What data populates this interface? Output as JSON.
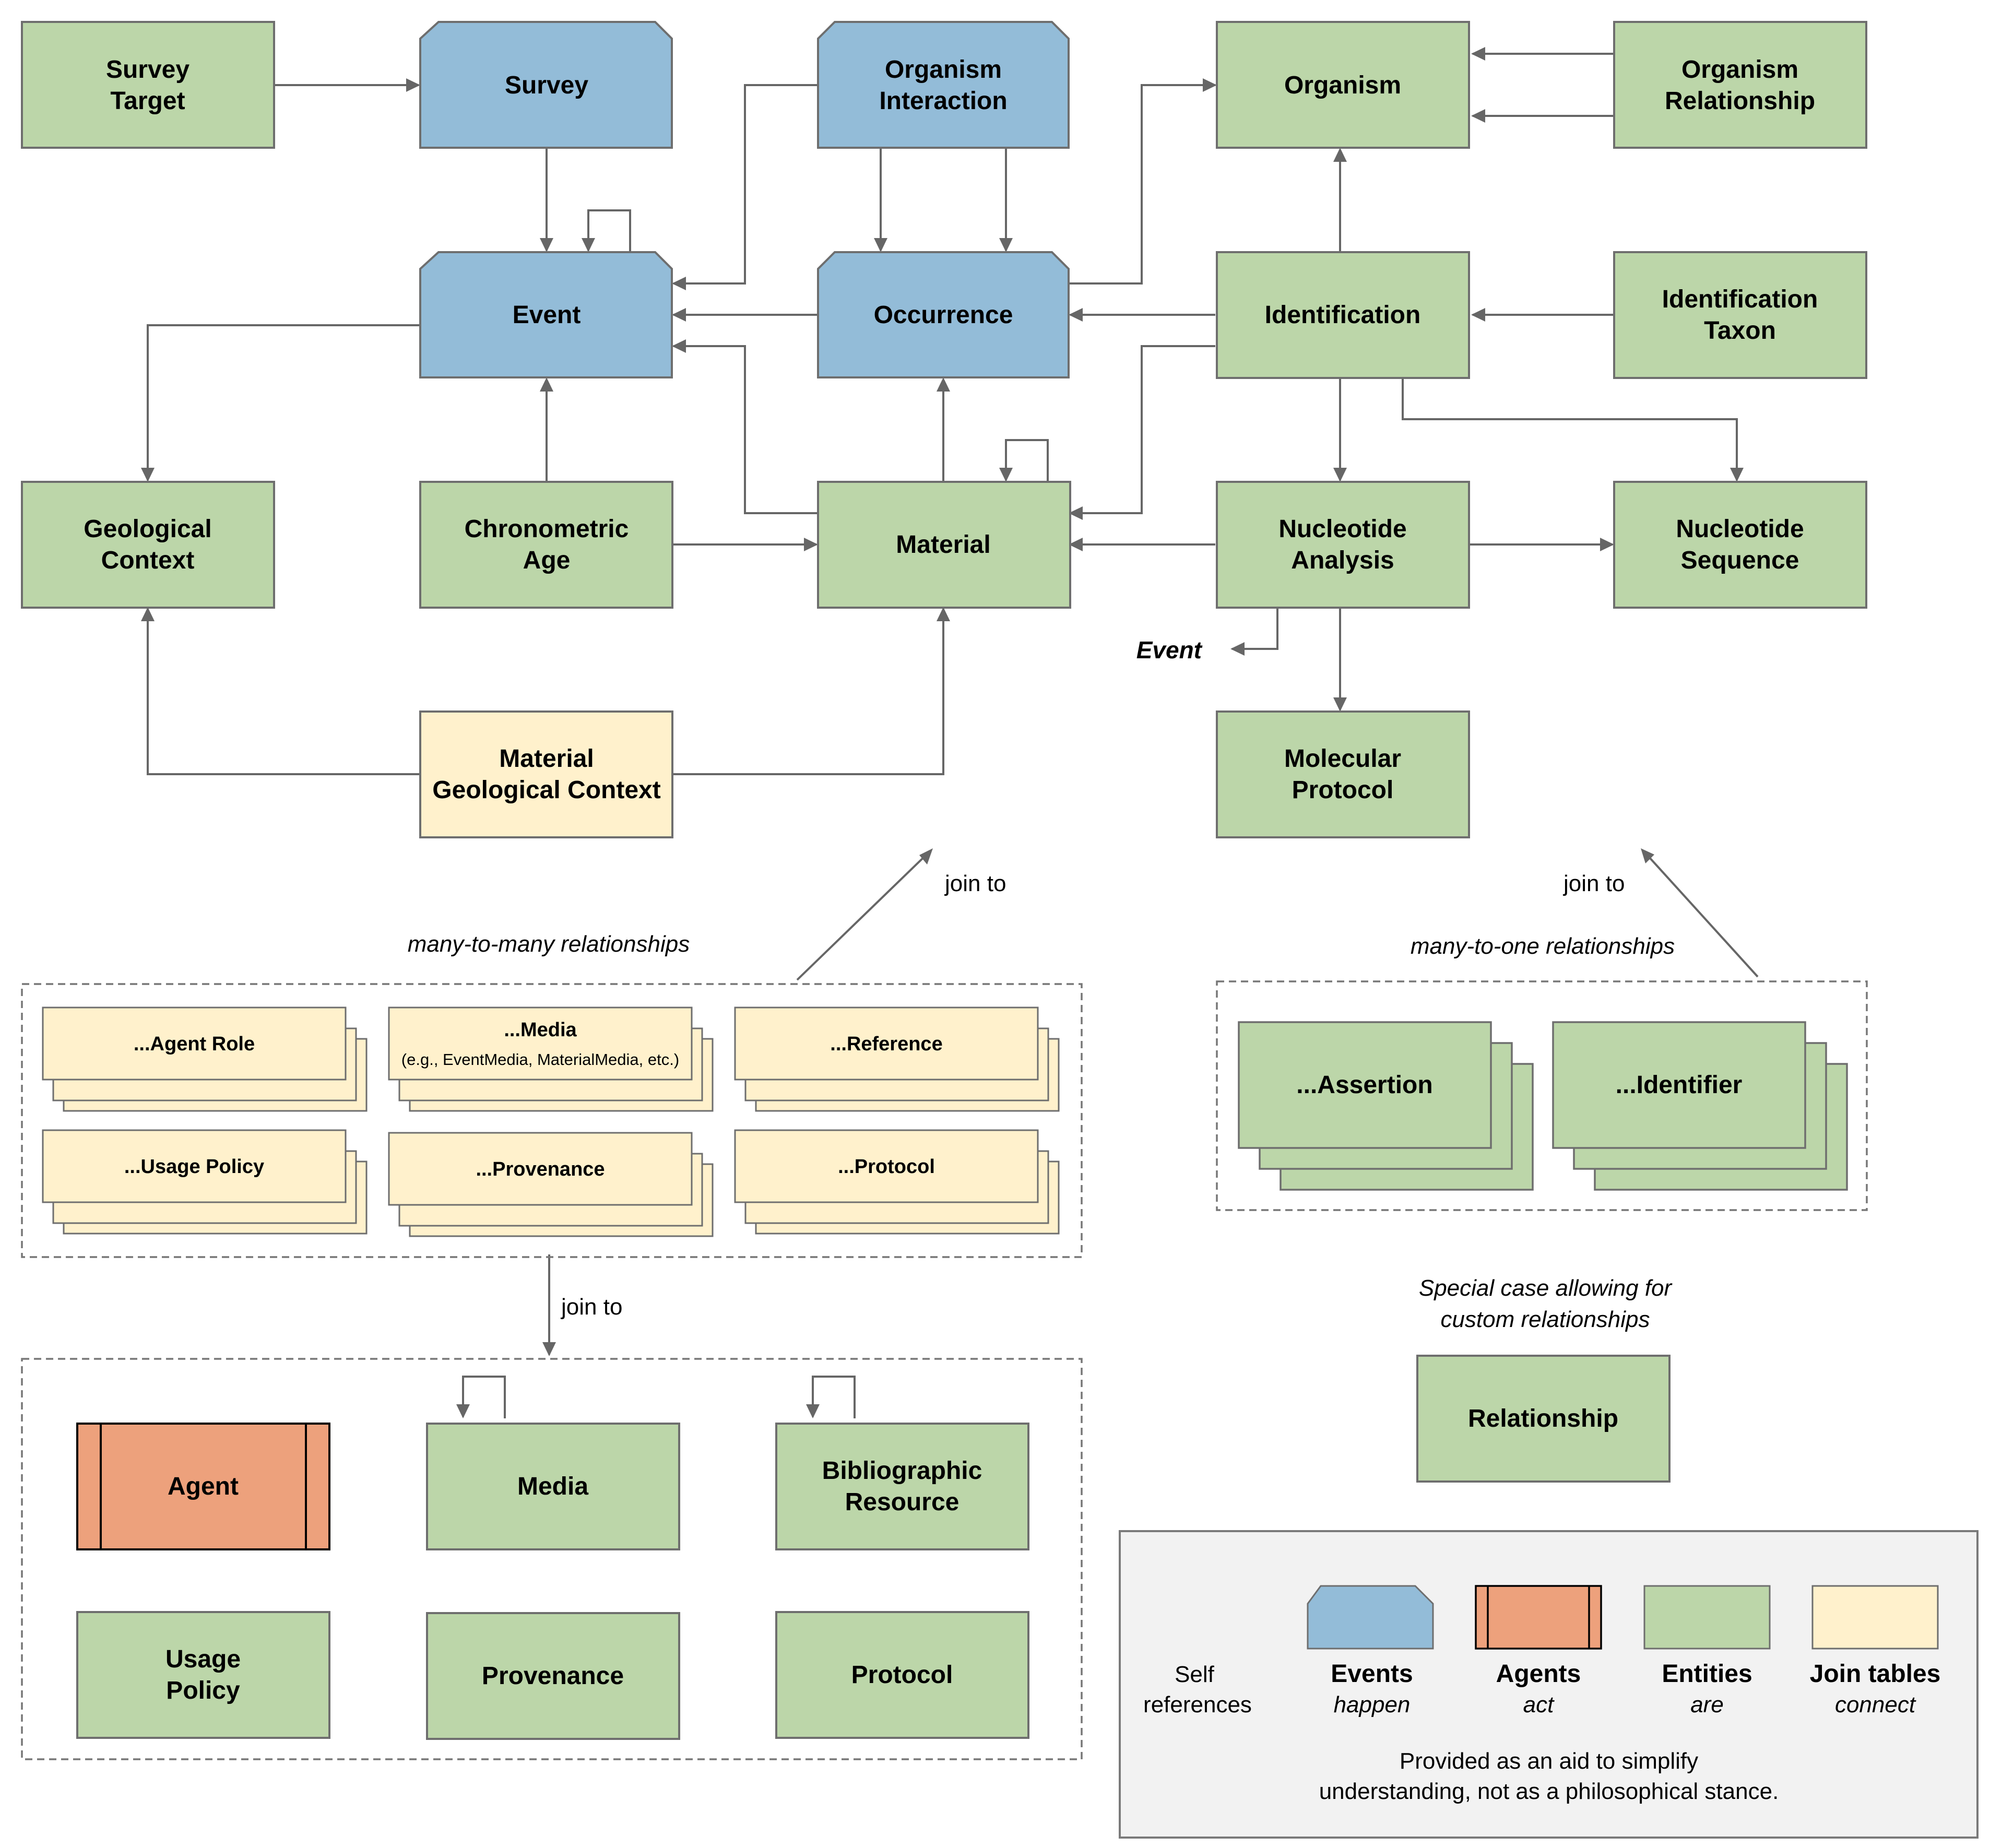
{
  "diagram": {
    "colors": {
      "entity": "#bcd6a9",
      "event": "#93bcd8",
      "agent": "#eda17c",
      "join_table": "#fff1cc",
      "edge": "#666666"
    },
    "nodes": {
      "survey_target": [
        "Survey",
        "Target"
      ],
      "survey": [
        "Survey"
      ],
      "organism_interaction": [
        "Organism",
        "Interaction"
      ],
      "organism": [
        "Organism"
      ],
      "organism_relationship": [
        "Organism",
        "Relationship"
      ],
      "event": [
        "Event"
      ],
      "occurrence": [
        "Occurrence"
      ],
      "identification": [
        "Identification"
      ],
      "identification_taxon": [
        "Identification",
        "Taxon"
      ],
      "geological_context": [
        "Geological",
        "Context"
      ],
      "chronometric_age": [
        "Chronometric",
        "Age"
      ],
      "material": [
        "Material"
      ],
      "nucleotide_analysis": [
        "Nucleotide",
        "Analysis"
      ],
      "nucleotide_sequence": [
        "Nucleotide",
        "Sequence"
      ],
      "molecular_protocol": [
        "Molecular",
        "Protocol"
      ],
      "material_geological_context": [
        "Material",
        "Geological Context"
      ],
      "agent": [
        "Agent"
      ],
      "media": [
        "Media"
      ],
      "bibliographic_resource": [
        "Bibliographic",
        "Resource"
      ],
      "usage_policy": [
        "Usage",
        "Policy"
      ],
      "provenance": [
        "Provenance"
      ],
      "protocol": [
        "Protocol"
      ],
      "relationship": [
        "Relationship"
      ]
    },
    "event_label": "Event",
    "join_to_label": "join to",
    "many_to_many": {
      "caption": "many-to-many relationships",
      "items": {
        "agent_role": "...Agent Role",
        "media": "...Media",
        "media_note": "(e.g., EventMedia, MaterialMedia, etc.)",
        "reference": "...Reference",
        "usage_policy": "...Usage Policy",
        "provenance": "...Provenance",
        "protocol": "...Protocol"
      }
    },
    "many_to_one": {
      "caption": "many-to-one relationships",
      "items": {
        "assertion": "...Assertion",
        "identifier": "...Identifier"
      }
    },
    "special_case": [
      "Special case allowing for",
      "custom relationships"
    ],
    "legend": {
      "self_references": [
        "Self",
        "references"
      ],
      "events": {
        "title": "Events",
        "verb": "happen"
      },
      "agents": {
        "title": "Agents",
        "verb": "act"
      },
      "entities": {
        "title": "Entities",
        "verb": "are"
      },
      "join_tables": {
        "title": "Join tables",
        "verb": "connect"
      },
      "note": [
        "Provided as an aid to simplify",
        "understanding, not as a philosophical stance."
      ]
    }
  }
}
